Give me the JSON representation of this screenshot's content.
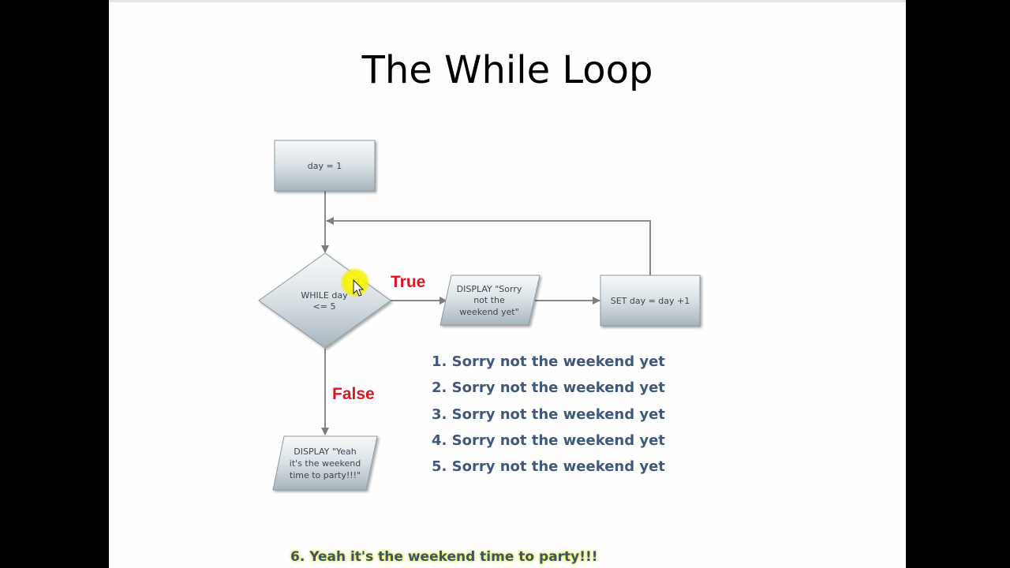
{
  "slide": {
    "title": "The While Loop"
  },
  "flowchart": {
    "start_box": {
      "label": "day = 1"
    },
    "decision": {
      "line1": "WHILE day",
      "line2": "<= 5"
    },
    "true_display": {
      "line1": "DISPLAY \"Sorry",
      "line2": "not the",
      "line3": "weekend yet\""
    },
    "increment_box": {
      "label": "SET day = day +1"
    },
    "false_display": {
      "line1": "DISPLAY \"Yeah",
      "line2": "it's the weekend",
      "line3": "time to party!!!\""
    },
    "true_label": "True",
    "false_label": "False",
    "colors": {
      "shape_top": "#f6f8f9",
      "shape_bottom": "#a9b6bf",
      "connector": "#8a8a8a",
      "branch_label": "#e0141e",
      "output_text": "#40587a",
      "final_highlight": "#e8f060"
    }
  },
  "output": {
    "lines": [
      "1. Sorry not the weekend yet",
      "2. Sorry not the weekend yet",
      "3. Sorry not the weekend yet",
      "4. Sorry not the weekend yet",
      "5. Sorry not the weekend yet"
    ],
    "final_line": "6. Yeah it's the weekend time to party!!!"
  },
  "cursor": {
    "icon": "mouse-pointer-icon",
    "highlight": "yellow-click-halo"
  }
}
